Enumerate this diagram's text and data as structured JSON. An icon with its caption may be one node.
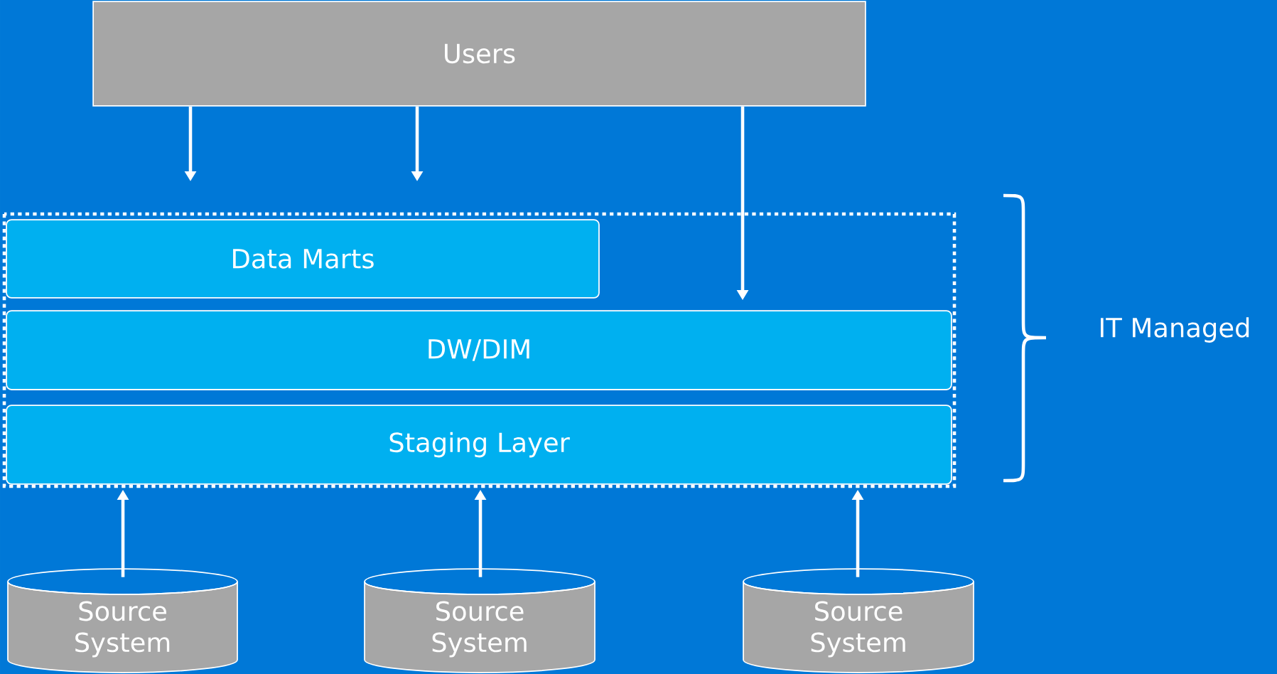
{
  "diagram": {
    "nodes": [
      {
        "text": [
          "Users"
        ]
      },
      {
        "text": [],
        "shape": "box"
      },
      {
        "text": [
          "Data Marts"
        ],
        "in": 1
      },
      {
        "text": [
          "DW/DIM"
        ],
        "in": 1
      },
      {
        "text": [
          "Staging Layer"
        ],
        "in": 1
      },
      {
        "text": [
          "Source System"
        ]
      },
      {
        "text": [
          "Source System"
        ]
      },
      {
        "text": [
          "Source System"
        ]
      }
    ],
    "edges": [
      {
        "from": 0,
        "to": 1,
        "arrow": "to"
      },
      {
        "from": 0,
        "to": 1,
        "arrow": "to"
      },
      {
        "from": 0,
        "to": 3,
        "arrow": "to"
      },
      {
        "from": 5,
        "to": 4,
        "arrow": "to"
      },
      {
        "from": 6,
        "to": 4,
        "arrow": "to"
      },
      {
        "from": 7,
        "to": 4,
        "arrow": "to"
      }
    ],
    "labels": [
      "IT Managed"
    ]
  }
}
